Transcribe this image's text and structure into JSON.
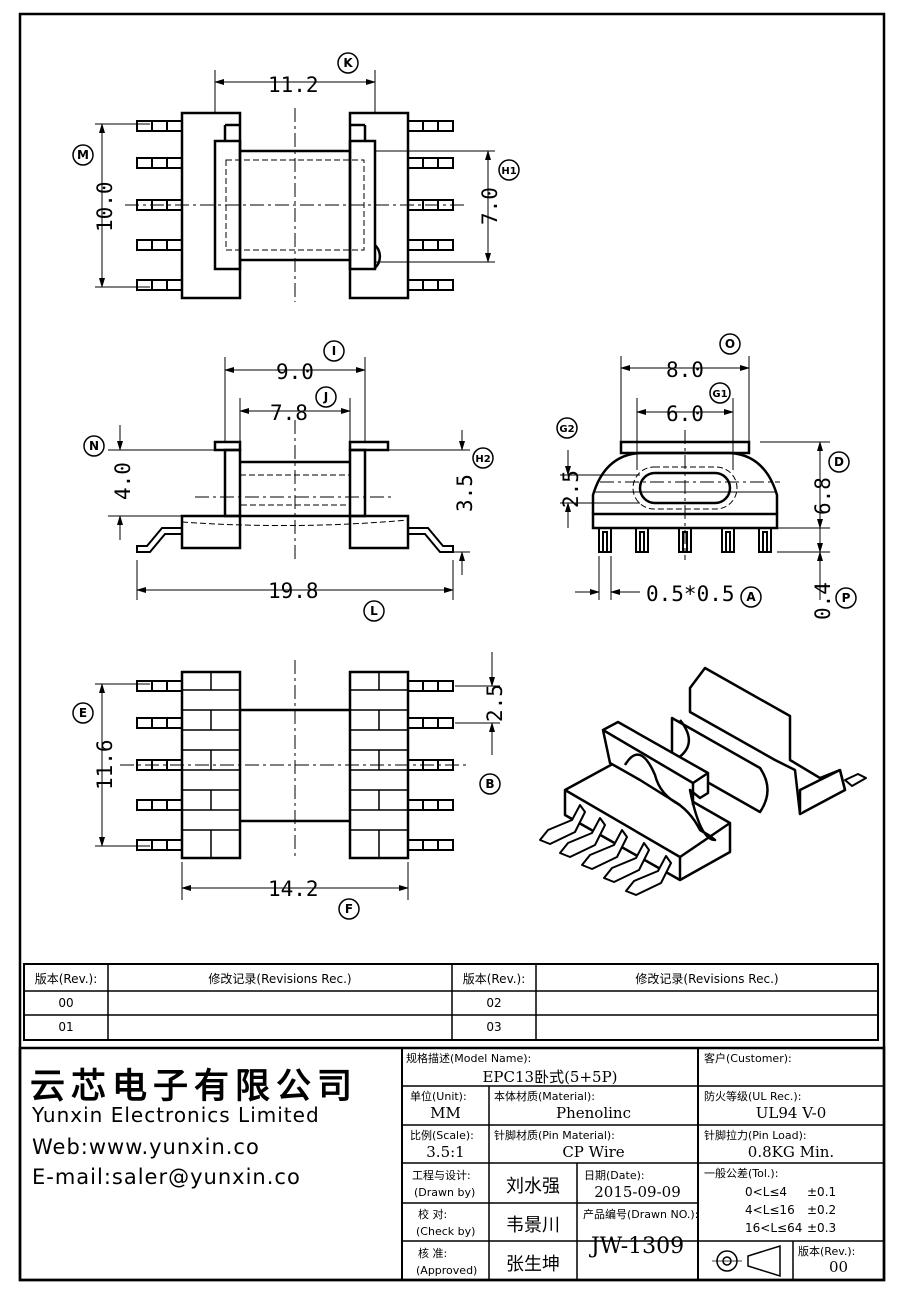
{
  "dimensions": {
    "top_width": "11.2",
    "top_height": "10.0",
    "top_inner": "7.0",
    "side_outer": "9.0",
    "side_inner": "7.8",
    "side_height": "4.0",
    "side_flange": "3.5",
    "side_total": "19.8",
    "end_outer": "8.0",
    "end_slot": "6.0",
    "end_slot_h": "2.5",
    "end_height": "6.8",
    "end_pin": "0.5*0.5",
    "end_pin_h": "0.4",
    "bottom_height": "11.6",
    "bottom_pitch": "2.5",
    "bottom_width": "14.2"
  },
  "bubbles": {
    "K": "K",
    "M": "M",
    "H1": "H1",
    "I": "I",
    "J": "J",
    "N": "N",
    "H2": "H2",
    "L": "L",
    "O": "O",
    "G1": "G1",
    "G2": "G2",
    "D": "D",
    "A": "A",
    "P": "P",
    "E": "E",
    "B": "B",
    "F": "F"
  },
  "revisions": {
    "rev_header": "版本(Rev.):",
    "rec_header": "修改记录(Revisions Rec.)",
    "rows": [
      {
        "left_rev": "00",
        "right_rev": "02"
      },
      {
        "left_rev": "01",
        "right_rev": "03"
      }
    ]
  },
  "company": {
    "name_cn": "云芯电子有限公司",
    "name_en": "Yunxin Electronics Limited",
    "web": "Web:www.yunxin.co",
    "email": "E-mail:saler@yunxin.co"
  },
  "title_block": {
    "model_label": "规格描述(Model Name):",
    "model_value": "EPC13卧式(5+5P)",
    "customer_label": "客户(Customer):",
    "customer_value": "",
    "unit_label": "单位(Unit):",
    "unit_value": "MM",
    "material_label": "本体材质(Material):",
    "material_value": "Phenolinc",
    "ul_label": "防火等级(UL Rec.):",
    "ul_value": "UL94 V-0",
    "scale_label": "比例(Scale):",
    "scale_value": "3.5:1",
    "pin_material_label": "针脚材质(Pin Material):",
    "pin_material_value": "CP Wire",
    "pin_load_label": "针脚拉力(Pin Load):",
    "pin_load_value": "0.8KG Min.",
    "drawn_label_cn": "工程与设计:",
    "drawn_label_en": "(Drawn by)",
    "drawn_value": "刘水强",
    "date_label": "日期(Date):",
    "date_value": "2015-09-09",
    "tol_label": "一般公差(Tol.):",
    "tol_rows": [
      {
        "range": "0<L≤4",
        "value": "±0.1"
      },
      {
        "range": "4<L≤16",
        "value": "±0.2"
      },
      {
        "range": "16<L≤64",
        "value": "±0.3"
      }
    ],
    "check_label_cn": "校  对:",
    "check_label_en": "(Check by)",
    "check_value": "韦景川",
    "drawn_no_label": "产品编号(Drawn NO.):",
    "drawn_no_value": "JW-1309",
    "approved_label_cn": "核  准:",
    "approved_label_en": "(Approved)",
    "approved_value": "张生坤",
    "version_label": "版本(Rev.):",
    "version_value": "00"
  }
}
